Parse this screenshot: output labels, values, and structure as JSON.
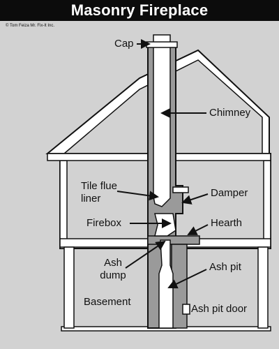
{
  "title": "Masonry Fireplace",
  "copyright": "© Tom Feiza Mr. Fix-It Inc.",
  "labels": {
    "cap": "Cap",
    "chimney": "Chimney",
    "tile_flue_liner_1": "Tile flue",
    "tile_flue_liner_2": "liner",
    "damper": "Damper",
    "firebox": "Firebox",
    "hearth": "Hearth",
    "ash_dump_1": "Ash",
    "ash_dump_2": "dump",
    "ash_pit": "Ash pit",
    "basement": "Basement",
    "ash_pit_door": "Ash pit door"
  },
  "colors": {
    "background": "#d2d2d2",
    "structure_fill": "#ffffff",
    "masonry_fill": "#9a9a9a",
    "outline": "#111111",
    "title_bar": "#0c0c0c"
  }
}
